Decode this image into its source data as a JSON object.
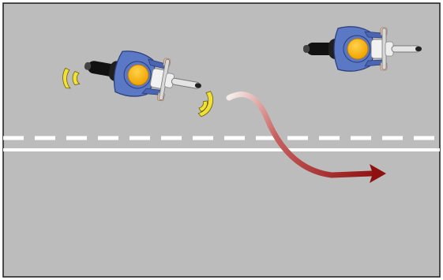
{
  "diagram": {
    "kind": "motorcycle-lane-change-illustration",
    "colors": {
      "road": "#bcbcbc",
      "border": "#1a1a1a",
      "lane_marking": "#ffffff",
      "helmet": "#f6b400",
      "jacket": "#5a78c4",
      "tire": "#111111",
      "chrome": "#e8e8e8",
      "signal": "#f2e03a",
      "arrow_start": "#f3e4e0",
      "arrow_end": "#8e1010"
    },
    "icons": {
      "rider": "motorcycle-rider-icon",
      "signal": "turn-signal-wave-icon",
      "arrow": "lane-change-arrow-icon"
    },
    "elements": {
      "lanes": [
        "upper-lane",
        "lower-lane"
      ],
      "divider": "dashed-lane-line",
      "edge": "solid-lane-line",
      "riders": [
        "rider-changing-lanes",
        "rider-ahead"
      ],
      "signals_active_on": "rider-changing-lanes",
      "maneuver": "move-to-lower-lane"
    }
  }
}
